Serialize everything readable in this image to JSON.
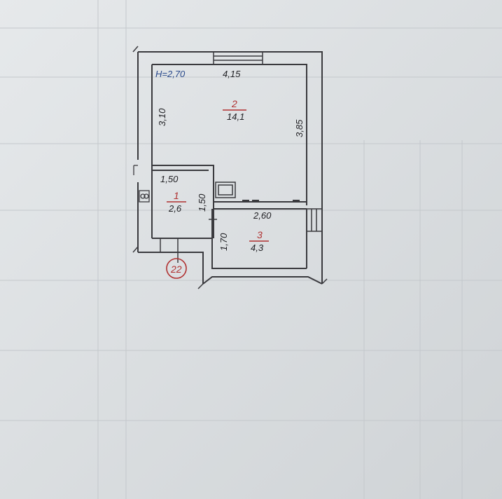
{
  "ceiling_height": "H=2,70",
  "apartment_number": "22",
  "colors": {
    "paper": "#e4e7e9",
    "wall": "#3a3a3e",
    "blue_text": "#2a4a8c",
    "red_text": "#b03030",
    "dark_text": "#222226"
  },
  "rooms": [
    {
      "number": "1",
      "area": "2,6"
    },
    {
      "number": "2",
      "area": "14,1"
    },
    {
      "number": "3",
      "area": "4,3"
    }
  ],
  "dimensions": {
    "top_width": "4,15",
    "left_height": "3,10",
    "right_height": "3,85",
    "room1_width": "1,50",
    "room1_height": "1,50",
    "room3_width": "2,60",
    "room3_height": "1,70"
  }
}
